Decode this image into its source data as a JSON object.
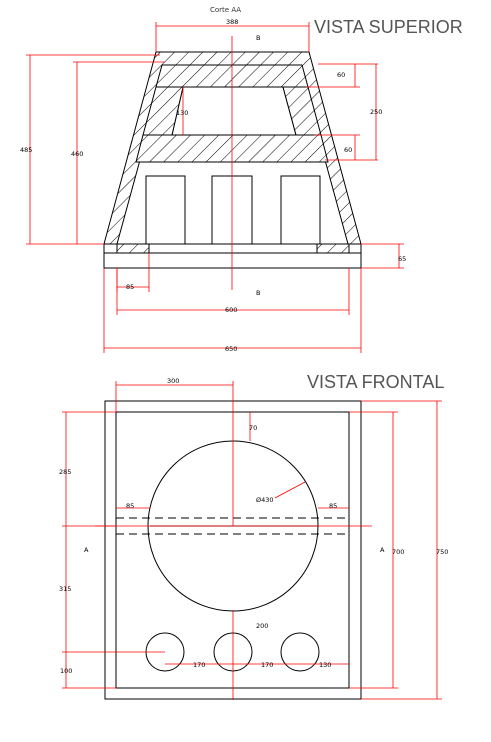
{
  "titles": {
    "top_section": "Corte AA",
    "top_view": "VISTA SUPERIOR",
    "front_view": "VISTA FRONTAL"
  },
  "top_view_dimensions": {
    "top_width": "388",
    "overall_height": "485",
    "inner_height": "460",
    "upper_board": "60",
    "opening": "250",
    "lower_board": "60",
    "opening_width": "130",
    "side_inset": "85",
    "base_height": "65",
    "inner_width": "600",
    "outer_width": "650"
  },
  "front_view_dimensions": {
    "hole_width": "300",
    "top_offset": "70",
    "upper_height": "285",
    "diameter": "Ø430",
    "left_margin": "85",
    "right_margin": "85",
    "lower_height": "315",
    "port_height": "200",
    "port_spacing_1": "170",
    "port_spacing_2": "170",
    "port_right": "130",
    "port_bottom": "100",
    "inner_height": "700",
    "outer_height": "750"
  },
  "section_markers": {
    "b_top": "B",
    "b_bottom": "B",
    "a_left": "A",
    "a_right": "A"
  },
  "colors": {
    "dimension": "#ff0000",
    "outline": "#000000",
    "title": "#555555"
  }
}
